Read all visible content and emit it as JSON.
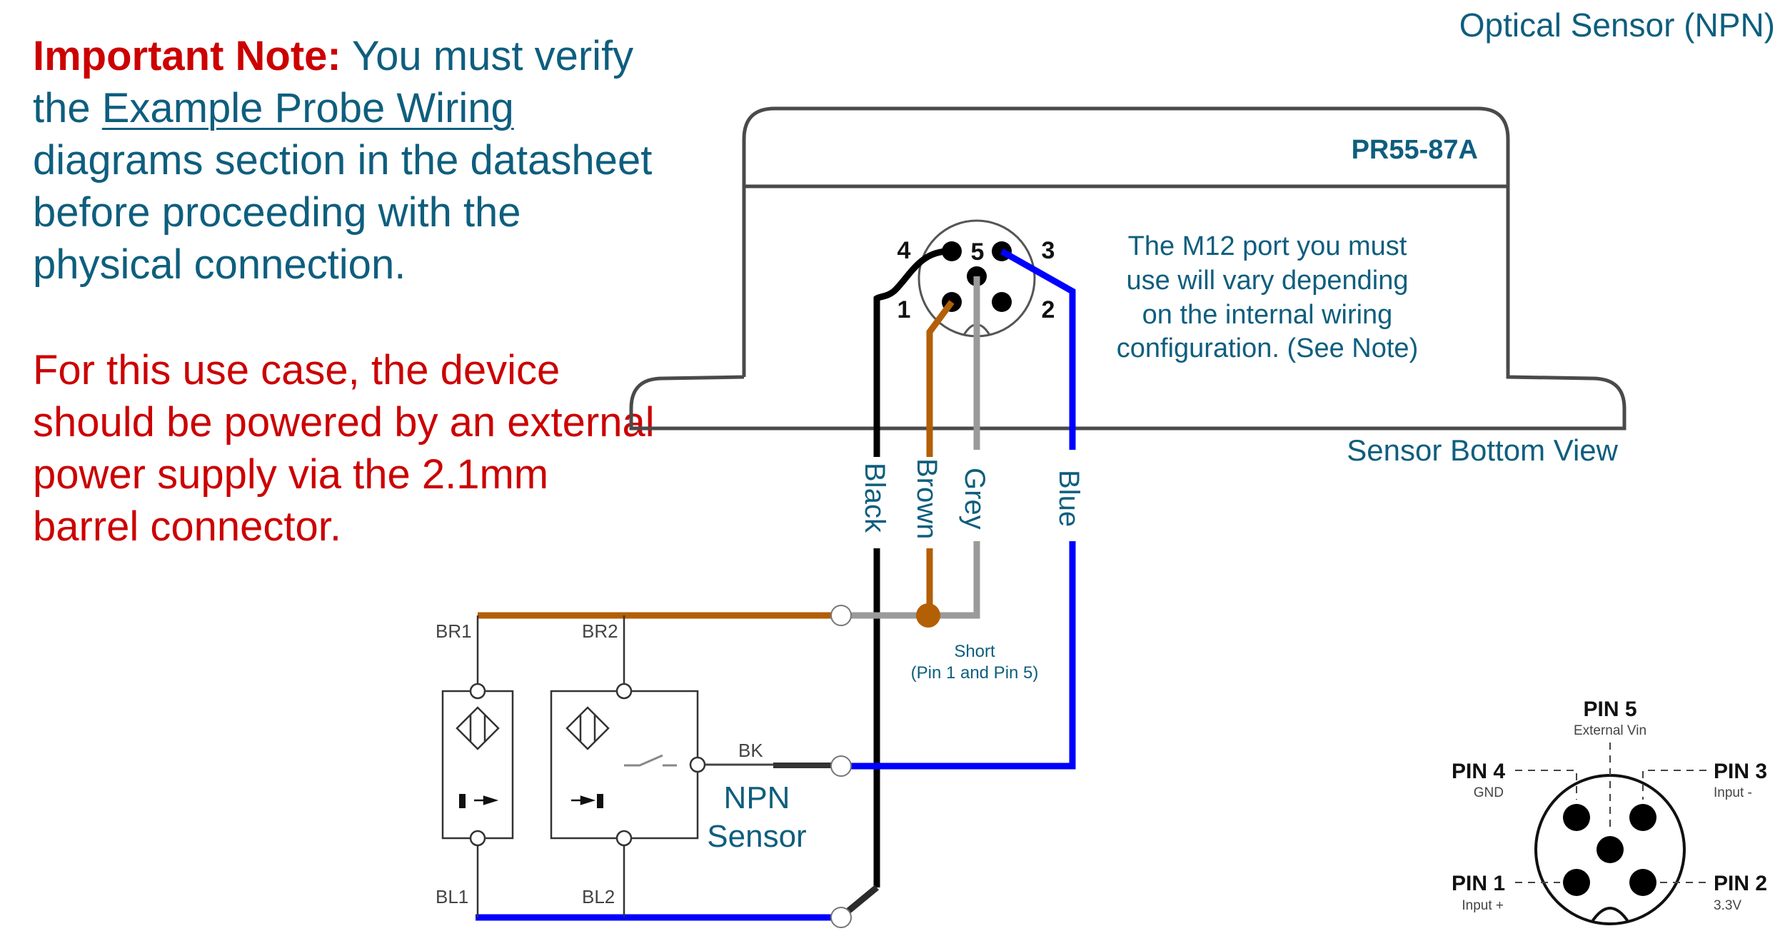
{
  "header": {
    "title": "Optical Sensor (NPN)"
  },
  "notes": {
    "important_label": "Important Note:",
    "important_text_1": " You must verify the ",
    "important_link": "Example Probe Wiring",
    "important_text_2": " diagrams section in the datasheet before proceeding with the physical connection.",
    "power_note": "For this use case, the device should be powered by an external power supply via the 2.1mm barrel connector."
  },
  "device": {
    "model": "PR55-87A",
    "view_label": "Sensor Bottom View",
    "port_note": [
      "The M12 port you must",
      "use will vary depending",
      "on the internal wiring",
      "configuration. (See Note)"
    ],
    "connector_pin_numbers": [
      "4",
      "5",
      "3",
      "1",
      "2"
    ]
  },
  "wires": [
    {
      "name": "Black",
      "color": "#000000"
    },
    {
      "name": "Brown",
      "color": "#B35F06"
    },
    {
      "name": "Grey",
      "color": "#9A9A9A"
    },
    {
      "name": "Blue",
      "color": "#0000FF"
    }
  ],
  "short_note": {
    "line1": "Short",
    "line2": "(Pin 1 and Pin 5)"
  },
  "schematic": {
    "labels": {
      "br1": "BR1",
      "br2": "BR2",
      "bl1": "BL1",
      "bl2": "BL2",
      "bk": "BK"
    },
    "sensor_label": [
      "NPN",
      "Sensor"
    ]
  },
  "pinout": {
    "pins": [
      {
        "id": "PIN 5",
        "function": "External Vin"
      },
      {
        "id": "PIN 4",
        "function": "GND"
      },
      {
        "id": "PIN 3",
        "function": "Input -"
      },
      {
        "id": "PIN 1",
        "function": "Input +"
      },
      {
        "id": "PIN 2",
        "function": "3.3V"
      }
    ]
  },
  "colors": {
    "teal_text": "#0E5E7E",
    "warning_red": "#CC0000",
    "outline": "#4A4A4A"
  }
}
